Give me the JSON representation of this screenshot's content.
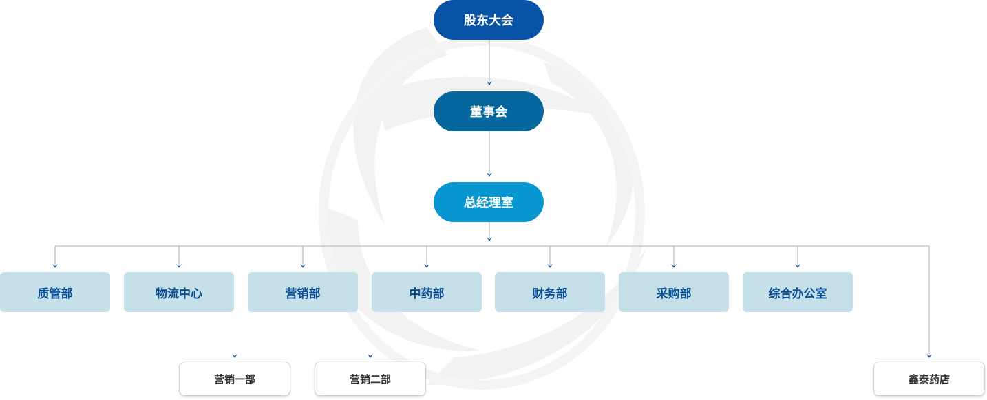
{
  "colors": {
    "shareholders": "#0953a6",
    "board": "#06679f",
    "gm_office": "#0796cf",
    "dept_bg": "#c6e0ea",
    "dept_text": "#0b4f93",
    "connector": "#c8c8c8",
    "arrow": "#1a5cab"
  },
  "org": {
    "shareholders": "股东大会",
    "board": "董事会",
    "gm_office": "总经理室",
    "departments": [
      "质管部",
      "物流中心",
      "营销部",
      "中药部",
      "财务部",
      "采购部",
      "综合办公室"
    ],
    "sub_units": {
      "sales_1": "营销一部",
      "sales_2": "营销二部",
      "pharmacy": "鑫泰药店"
    }
  }
}
